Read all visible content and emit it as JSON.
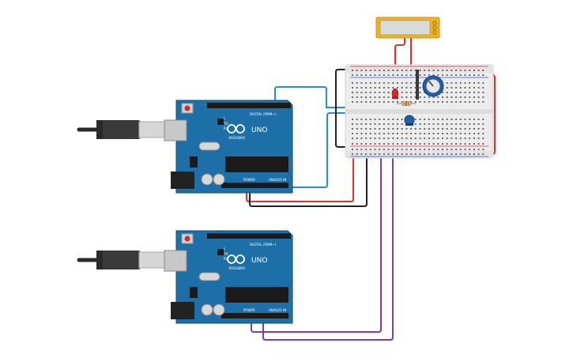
{
  "board_top": {
    "model": "UNO",
    "brand": "ARDUINO",
    "digital_label": "DIGITAL (PWM~)",
    "power_label": "POWER",
    "analog_label": "ANALOG IN",
    "tx_label": "TX",
    "rx_label": "RX",
    "l_label": "L"
  },
  "board_bottom": {
    "model": "UNO",
    "brand": "ARDUINO",
    "digital_label": "DIGITAL (PWM~)",
    "power_label": "POWER",
    "analog_label": "ANALOG IN",
    "tx_label": "TX",
    "rx_label": "RX",
    "l_label": "L"
  },
  "lcd": {
    "text": ""
  },
  "colors": {
    "pcb": "#1d6fa8",
    "pcb_dark": "#155a8c",
    "wire_red": "#e03030",
    "wire_black": "#222222",
    "wire_blue": "#2a8fc8",
    "wire_purple": "#7a3fa0",
    "wire_green": "#2aa84a",
    "lcd_frame": "#f2b21f",
    "lcd_screen": "#d8dcd8",
    "breadboard": "#ececec",
    "led": "#cc2a2a",
    "pot": "#1d5fa8"
  },
  "icons": {
    "usb_cable": "usb-cable-icon",
    "arduino_logo": "infinity-logo-icon"
  }
}
